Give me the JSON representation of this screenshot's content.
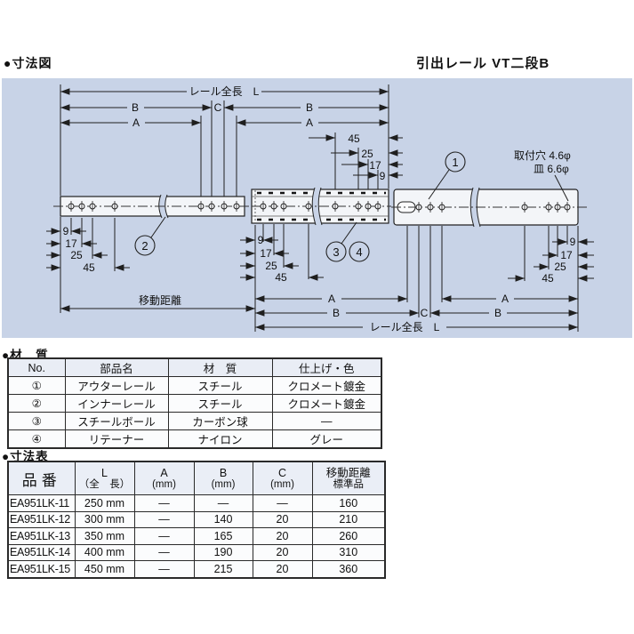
{
  "page": {
    "section_diagram_title": "●寸法図",
    "product_title": "引出レール VT二段B",
    "materials_title": "●材　質",
    "dim_table_title": "●寸法表"
  },
  "diagram": {
    "labels": {
      "rail_total_length": "レール全長　L",
      "travel_distance": "移動距離",
      "mount_hole_note": "取付穴 4.6φ",
      "countersink_note": "皿 6.6φ",
      "dim_a": "A",
      "dim_b": "B",
      "dim_c": "C",
      "d45": "45",
      "d25": "25",
      "d17": "17",
      "d9": "9",
      "part1": "1",
      "part2": "2",
      "part3": "3",
      "part4": "4"
    }
  },
  "materials_table": {
    "headers": [
      "No.",
      "部品名",
      "材　質",
      "仕上げ・色"
    ],
    "rows": [
      [
        "①",
        "アウターレール",
        "スチール",
        "クロメート鍍金"
      ],
      [
        "②",
        "インナーレール",
        "スチール",
        "クロメート鍍金"
      ],
      [
        "③",
        "スチールボール",
        "カーボン球",
        "―"
      ],
      [
        "④",
        "リテーナー",
        "ナイロン",
        "グレー"
      ]
    ]
  },
  "dimensions_table": {
    "headers": {
      "part_no": "品番",
      "l_line1": "L",
      "l_line2": "（全　長）",
      "a_line1": "A",
      "a_line2": "(mm)",
      "b_line1": "B",
      "b_line2": "(mm)",
      "c_line1": "C",
      "c_line2": "(mm)",
      "t_line1": "移動距離",
      "t_line2": "標準品"
    },
    "rows": [
      [
        "EA951LK-11",
        "250 mm",
        "―",
        "―",
        "―",
        "160"
      ],
      [
        "EA951LK-12",
        "300 mm",
        "―",
        "140",
        "20",
        "210"
      ],
      [
        "EA951LK-13",
        "350 mm",
        "―",
        "165",
        "20",
        "260"
      ],
      [
        "EA951LK-14",
        "400 mm",
        "―",
        "190",
        "20",
        "310"
      ],
      [
        "EA951LK-15",
        "450 mm",
        "―",
        "215",
        "20",
        "360"
      ]
    ]
  },
  "colors": {
    "diagram_bg": "#c8d3e7",
    "table_header_bg": "#eaeef6",
    "line": "#1f1f1f"
  }
}
